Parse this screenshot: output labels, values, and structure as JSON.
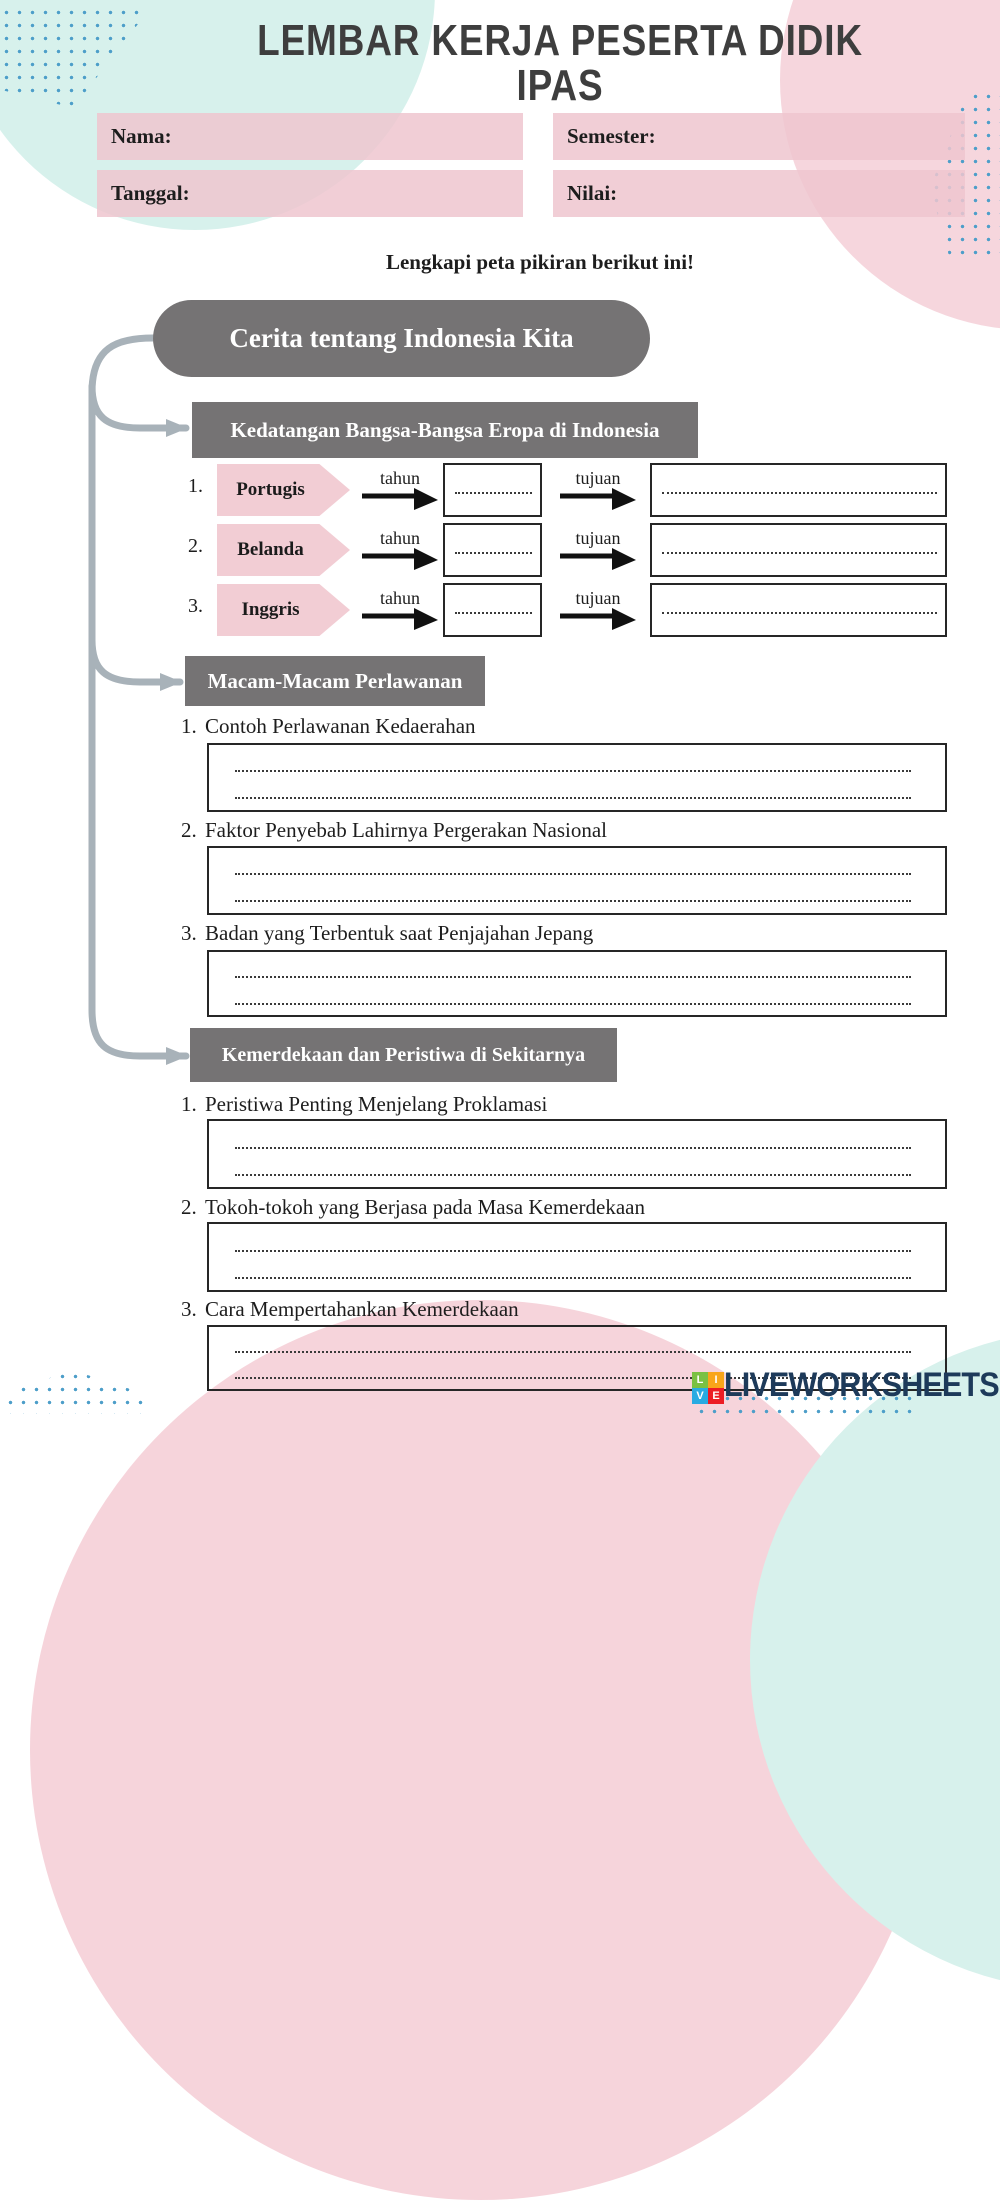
{
  "page": {
    "title_line1": "LEMBAR KERJA PESERTA DIDIK",
    "title_line2": "IPAS",
    "instruction": "Lengkapi peta pikiran berikut ini!"
  },
  "form": {
    "nama_label": "Nama:",
    "tanggal_label": "Tanggal:",
    "semester_label": "Semester:",
    "nilai_label": "Nilai:"
  },
  "mindmap": {
    "root_label": "Cerita tentang Indonesia Kita",
    "sections": [
      {
        "title": "Kedatangan Bangsa-Bangsa Eropa di Indonesia",
        "rows": [
          {
            "num": "1.",
            "country": "Portugis",
            "tahun_label": "tahun",
            "tujuan_label": "tujuan"
          },
          {
            "num": "2.",
            "country": "Belanda",
            "tahun_label": "tahun",
            "tujuan_label": "tujuan"
          },
          {
            "num": "3.",
            "country": "Inggris",
            "tahun_label": "tahun",
            "tujuan_label": "tujuan"
          }
        ]
      },
      {
        "title": "Macam-Macam Perlawanan",
        "items": [
          {
            "num": "1.",
            "text": "Contoh Perlawanan Kedaerahan"
          },
          {
            "num": "2.",
            "text": "Faktor Penyebab Lahirnya Pergerakan Nasional"
          },
          {
            "num": "3.",
            "text": "Badan yang Terbentuk saat Penjajahan Jepang"
          }
        ]
      },
      {
        "title": "Kemerdekaan dan Peristiwa di Sekitarnya",
        "items": [
          {
            "num": "1.",
            "text": "Peristiwa Penting Menjelang Proklamasi"
          },
          {
            "num": "2.",
            "text": "Tokoh-tokoh yang Berjasa pada Masa Kemerdekaan"
          },
          {
            "num": "3.",
            "text": "Cara Mempertahankan Kemerdekaan"
          }
        ]
      }
    ]
  },
  "footer": {
    "logo_text": "LIVEWORKSHEETS",
    "logo_tiles": [
      {
        "letter": "L",
        "color": "#7ac143"
      },
      {
        "letter": "I",
        "color": "#f9a51a"
      },
      {
        "letter": "V",
        "color": "#29abe2"
      },
      {
        "letter": "E",
        "color": "#ed1c24"
      }
    ]
  },
  "colors": {
    "node_gray": "#757374",
    "pink_fill": "#f2cdd4",
    "teal_circle": "#d7f1ec",
    "pink_circle": "#f4ccd5",
    "dot_blue": "#4d9ec9",
    "connector_gray": "#a8b2b9",
    "logo_navy": "#1d3a5a"
  }
}
